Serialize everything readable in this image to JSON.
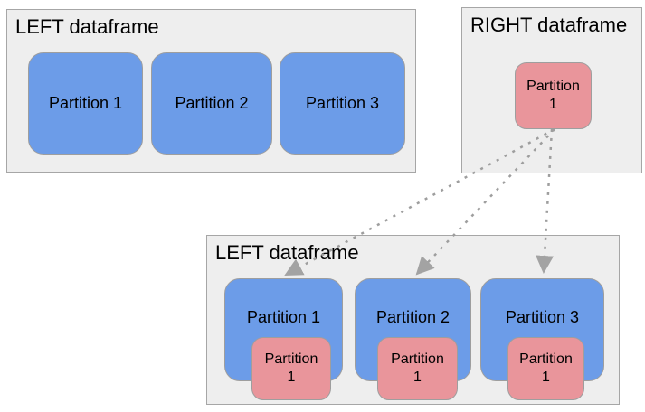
{
  "diagram": {
    "colors": {
      "frame_bg": "#eeeeee",
      "frame_border": "#a6a6a6",
      "blue_fill": "#6c9ce8",
      "pink_fill": "#e9959b",
      "partition_border": "#9e9e9e",
      "arrow": "#9e9e9e",
      "text": "#000000"
    },
    "top_left_frame": {
      "title": "LEFT dataframe",
      "partitions": [
        {
          "label": "Partition 1"
        },
        {
          "label": "Partition 2"
        },
        {
          "label": "Partition 3"
        }
      ]
    },
    "right_frame": {
      "title": "RIGHT dataframe",
      "partition": {
        "line1": "Partition",
        "line2": "1"
      }
    },
    "bottom_left_frame": {
      "title": "LEFT dataframe",
      "partitions": [
        {
          "label": "Partition 1",
          "copied_partition": {
            "line1": "Partition",
            "line2": "1"
          }
        },
        {
          "label": "Partition 2",
          "copied_partition": {
            "line1": "Partition",
            "line2": "1"
          }
        },
        {
          "label": "Partition 3",
          "copied_partition": {
            "line1": "Partition",
            "line2": "1"
          }
        }
      ]
    }
  }
}
